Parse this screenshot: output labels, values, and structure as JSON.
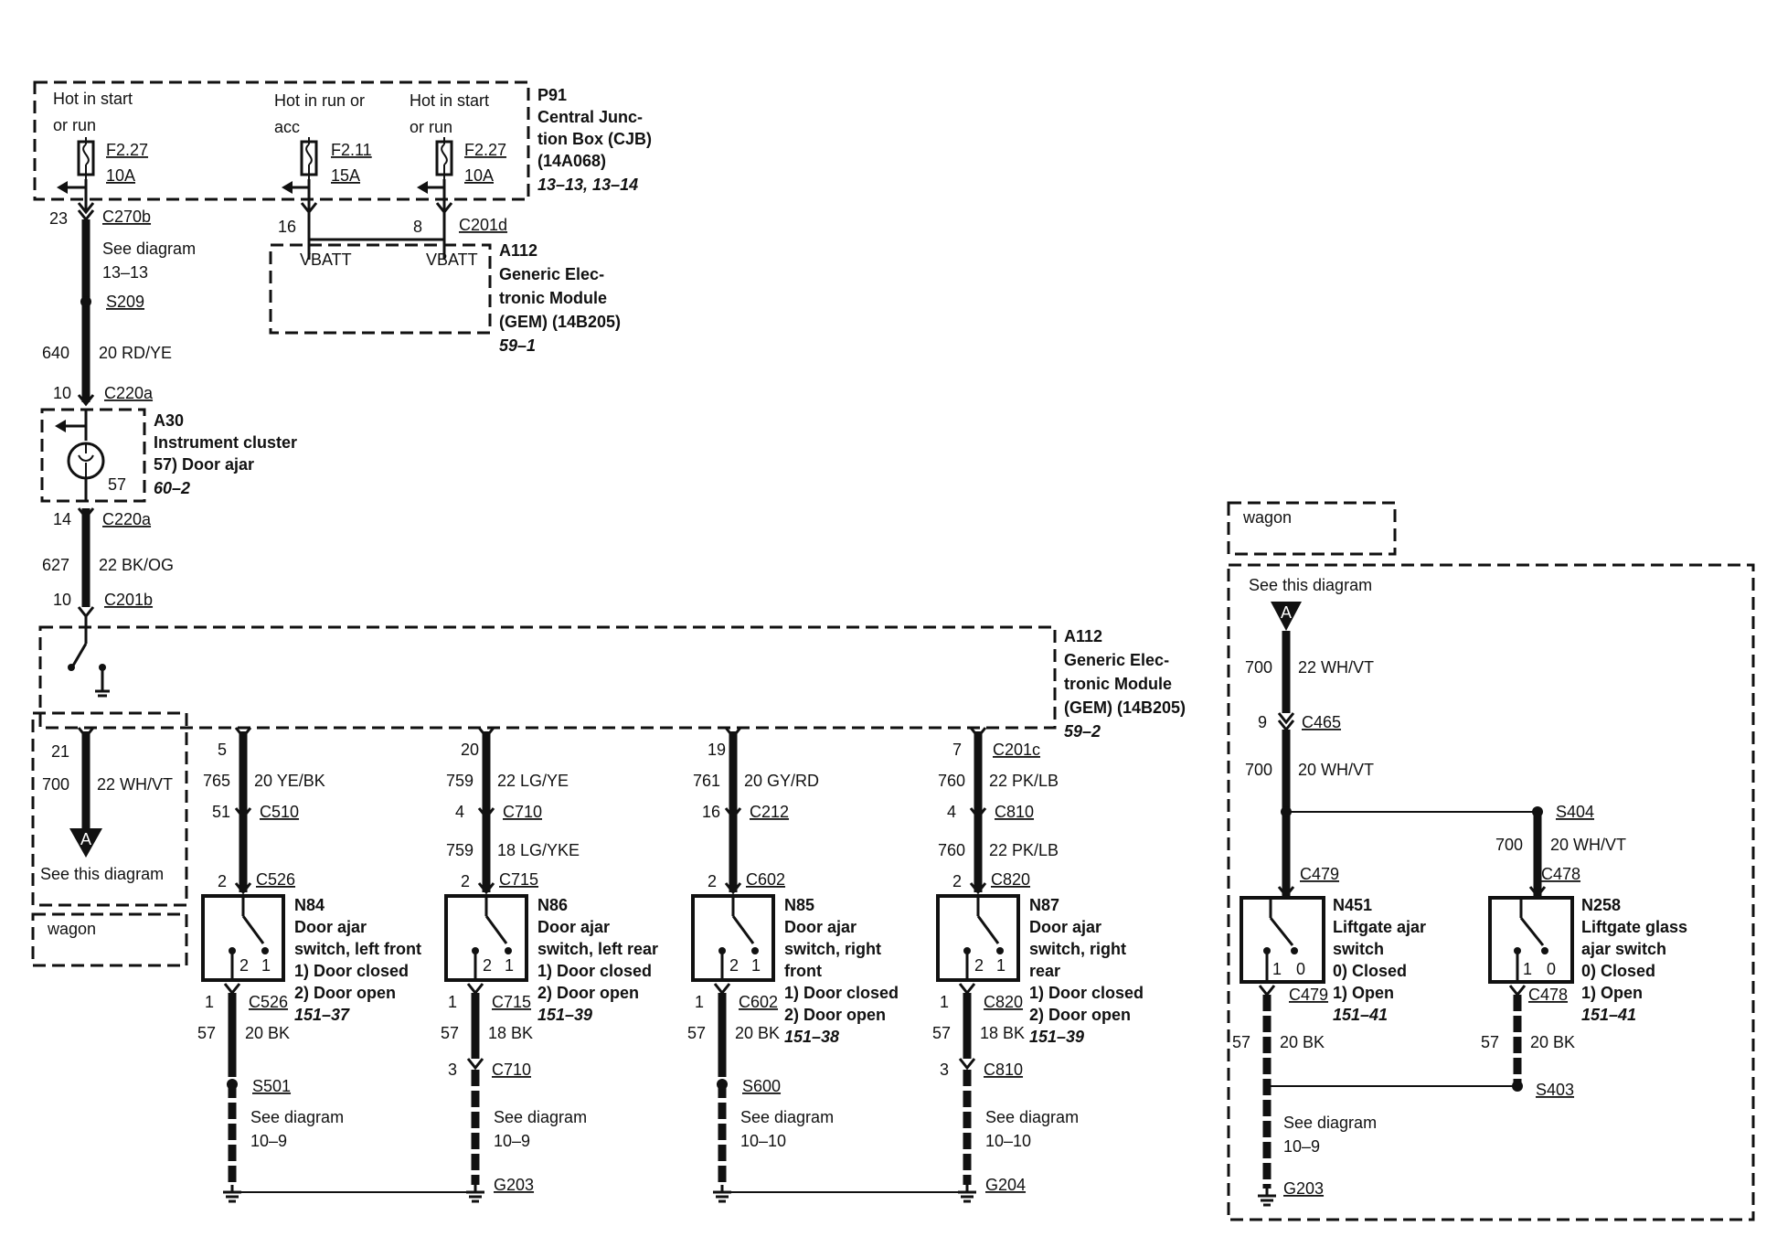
{
  "cjb": {
    "id": "P91",
    "name_lines": [
      "Central Junc-",
      "tion Box (CJB)",
      "(14A068)"
    ],
    "ref": "13–13, 13–14",
    "fuses": [
      {
        "hot_lines": [
          "Hot in start",
          "or run"
        ],
        "fuse": "F2.27",
        "amps": "10A"
      },
      {
        "hot_lines": [
          "Hot in run or",
          "acc"
        ],
        "fuse": "F2.11",
        "amps": "15A"
      },
      {
        "hot_lines": [
          "Hot in start",
          "or run"
        ],
        "fuse": "F2.27",
        "amps": "10A"
      }
    ]
  },
  "gem_top": {
    "id": "A112",
    "name_lines": [
      "Generic Elec-",
      "tronic Module",
      "(GEM) (14B205)"
    ],
    "ref": "59–1",
    "connector": "C201d",
    "pins": [
      "16",
      "8"
    ],
    "inputs": [
      "VBATT",
      "VBATT"
    ]
  },
  "left_wire": {
    "c270b_pin": "23",
    "c270b": "C270b",
    "see_lines": [
      "See diagram",
      "13–13"
    ],
    "splice": "S209",
    "circuit": "640",
    "wire": "20 RD/YE",
    "c220a_in_pin": "10",
    "c220a_in": "C220a",
    "c220a_out_pin": "14",
    "c220a_out": "C220a",
    "circuit2": "627",
    "wire2": "22 BK/OG",
    "c201b_pin": "10",
    "c201b": "C201b"
  },
  "cluster": {
    "id": "A30",
    "name": "Instrument cluster",
    "item": "57) Door ajar",
    "ref": "60–2",
    "pin": "57"
  },
  "gem_bottom": {
    "id": "A112",
    "name_lines": [
      "Generic Elec-",
      "tronic Module",
      "(GEM) (14B205)"
    ],
    "ref": "59–2"
  },
  "left_output": {
    "pin": "21",
    "circuit": "700",
    "wire": "22 WH/VT",
    "see": "See this diagram",
    "arrow": "A",
    "wagon": "wagon"
  },
  "switches": [
    {
      "gem_pin": "5",
      "circuit": "765",
      "wire": "20 YE/BK",
      "c_pin": "51",
      "connector": "C510",
      "circuit2": "",
      "wire2": "",
      "sw_pin": "2",
      "sw_conn": "C526",
      "id": "N84",
      "name_lines": [
        "Door ajar",
        "switch, left front"
      ],
      "states": [
        "1)   Door closed",
        "2)   Door open"
      ],
      "ref": "151–37",
      "gnd_pin": "1",
      "gnd_conn": "C526",
      "gnd_circuit": "57",
      "gnd_wire": "20 BK",
      "g2_pin": "",
      "g2_conn": "",
      "splice": "S501",
      "see_lines": [
        "See diagram",
        "10–9"
      ],
      "ground": ""
    },
    {
      "gem_pin": "20",
      "circuit": "759",
      "wire": "22 LG/YE",
      "c_pin": "4",
      "connector": "C710",
      "circuit2": "759",
      "wire2": "18 LG/YKE",
      "sw_pin": "2",
      "sw_conn": "C715",
      "id": "N86",
      "name_lines": [
        "Door ajar",
        "switch, left rear"
      ],
      "states": [
        "1)   Door closed",
        "2)   Door open"
      ],
      "ref": "151–39",
      "gnd_pin": "1",
      "gnd_conn": "C715",
      "gnd_circuit": "57",
      "gnd_wire": "18 BK",
      "g2_pin": "3",
      "g2_conn": "C710",
      "splice": "",
      "see_lines": [
        "See diagram",
        "10–9"
      ],
      "ground": "G203"
    },
    {
      "gem_pin": "19",
      "circuit": "761",
      "wire": "20 GY/RD",
      "c_pin": "16",
      "connector": "C212",
      "circuit2": "",
      "wire2": "",
      "sw_pin": "2",
      "sw_conn": "C602",
      "id": "N85",
      "name_lines": [
        "Door ajar",
        "switch, right",
        "front"
      ],
      "states": [
        "1)   Door closed",
        "2)   Door open"
      ],
      "ref": "151–38",
      "gnd_pin": "1",
      "gnd_conn": "C602",
      "gnd_circuit": "57",
      "gnd_wire": "20 BK",
      "g2_pin": "",
      "g2_conn": "",
      "splice": "S600",
      "see_lines": [
        "See diagram",
        "10–10"
      ],
      "ground": ""
    },
    {
      "gem_pin": "7",
      "circuit": "760",
      "wire": "22 PK/LB",
      "c_pin": "4",
      "connector": "C810",
      "circuit2": "760",
      "wire2": "22 PK/LB",
      "sw_pin": "2",
      "sw_conn": "C820",
      "id": "N87",
      "name_lines": [
        "Door ajar",
        "switch, right",
        "rear"
      ],
      "states": [
        "1)   Door closed",
        "2)   Door open"
      ],
      "ref": "151–39",
      "gnd_pin": "1",
      "gnd_conn": "C820",
      "gnd_circuit": "57",
      "gnd_wire": "18 BK",
      "g2_pin": "3",
      "g2_conn": "C810",
      "splice": "",
      "see_lines": [
        "See diagram",
        "10–10"
      ],
      "ground": "G204"
    }
  ],
  "top_c201c": "C201c",
  "wagon_section": {
    "label": "wagon",
    "see": "See this diagram",
    "arrow": "A",
    "circuit1": "700",
    "wire1": "22 WH/VT",
    "c465_pin": "9",
    "c465": "C465",
    "circuit2": "700",
    "wire2": "20 WH/VT",
    "splice_top": "S404",
    "branch_circuit": "700",
    "branch_wire": "20 WH/VT",
    "n451": {
      "conn_in": "C479",
      "id": "N451",
      "name_lines": [
        "Liftgate ajar",
        "switch"
      ],
      "states": [
        "0)   Closed",
        "1)   Open"
      ],
      "ref": "151–41",
      "conn_out": "C479",
      "pins": [
        "1",
        "0"
      ]
    },
    "n258": {
      "conn_in": "C478",
      "id": "N258",
      "name_lines": [
        "Liftgate glass",
        "ajar switch"
      ],
      "states": [
        "0)   Closed",
        "1)   Open"
      ],
      "ref": "151–41",
      "conn_out": "C478",
      "pins": [
        "1",
        "0"
      ]
    },
    "gnd_circuit_a": "57",
    "gnd_wire_a": "20 BK",
    "gnd_circuit_b": "57",
    "gnd_wire_b": "20 BK",
    "splice_bottom": "S403",
    "see_lines": [
      "See diagram",
      "10–9"
    ],
    "ground": "G203"
  },
  "switch_pins": [
    "2",
    "1"
  ]
}
